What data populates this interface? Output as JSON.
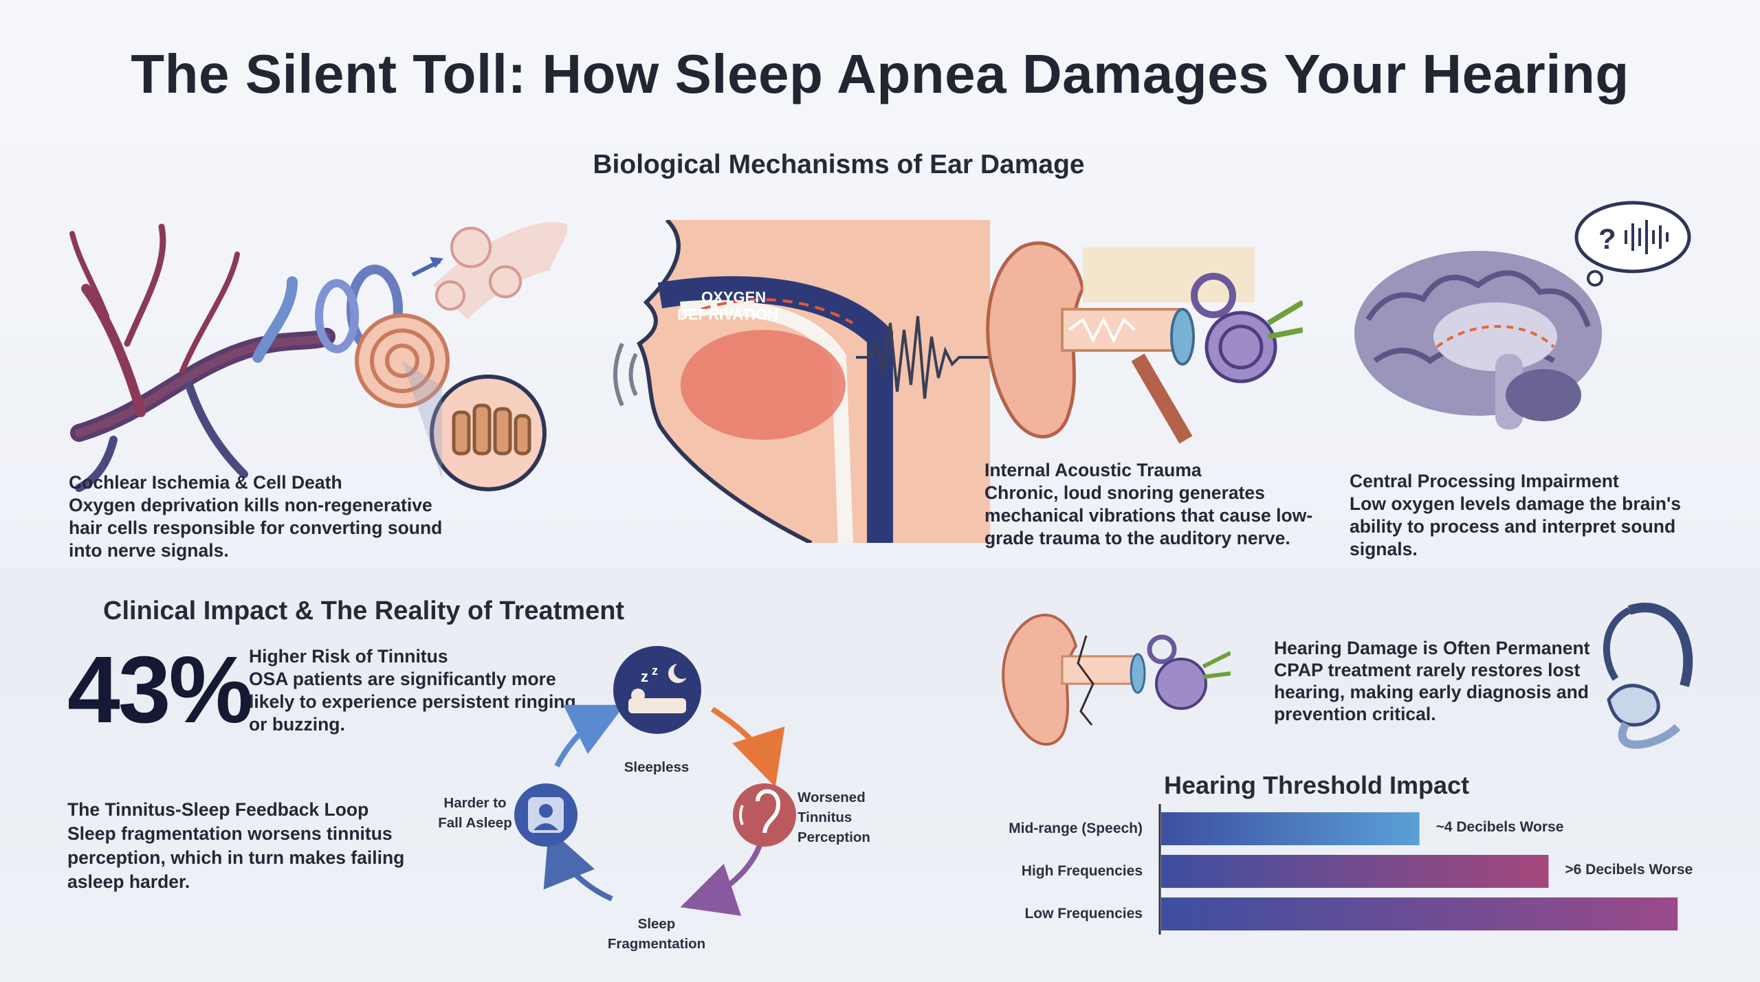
{
  "title": "The Silent Toll: How Sleep Apnea Damages Your Hearing",
  "mechanisms": {
    "heading": "Biological Mechanisms of Ear Damage",
    "oxygen_label_1": "OXYGEN",
    "oxygen_label_2": "DEPRIVATION",
    "cochlear": {
      "head": "Cochlear Ischemia & Cell Death",
      "body": "Oxygen deprivation kills non-regenerative hair cells responsible for converting sound into nerve signals."
    },
    "acoustic": {
      "head": "Internal Acoustic Trauma",
      "body": "Chronic, loud snoring generates mechanical vibrations that cause low-grade trauma to the auditory nerve."
    },
    "central": {
      "head": "Central Processing Impairment",
      "body": "Low oxygen levels damage the brain's ability to process and interpret sound signals."
    }
  },
  "clinical": {
    "heading": "Clinical Impact & The Reality of Treatment",
    "stat_value": "43%",
    "stat_head": "Higher Risk of Tinnitus",
    "stat_body": "OSA patients are significantly more likely to experience persistent ringing or buzzing.",
    "loop_head": "The Tinnitus-Sleep Feedback Loop",
    "loop_body": "Sleep fragmentation worsens tinnitus perception, which in turn makes failing asleep harder.",
    "cycle": {
      "sleepless": "Sleepless",
      "worsened_1": "Worsened",
      "worsened_2": "Tinnitus",
      "worsened_3": "Perception",
      "fragment_1": "Sleep",
      "fragment_2": "Fragmentation",
      "harder_1": "Harder to",
      "harder_2": "Fall Asleep"
    },
    "permanent_head": "Hearing Damage is Often Permanent",
    "permanent_body": "CPAP treatment rarely restores lost hearing, making early diagnosis and prevention critical."
  },
  "icons": [
    "vessel-icon",
    "cochlea-icon",
    "head-profile-icon",
    "ear-anatomy-icon",
    "brain-icon",
    "thought-bubble-icon",
    "moon-bed-icon",
    "ear-icon",
    "person-icon",
    "cpap-mask-icon"
  ],
  "colors": {
    "accent_blue": "#3d5aa8",
    "accent_purple": "#8a3f8c",
    "accent_orange": "#e6783c",
    "dark": "#232838"
  },
  "chart_data": {
    "type": "bar",
    "title": "Hearing Threshold Impact",
    "orientation": "horizontal",
    "categories": [
      "Mid-range (Speech)",
      "High Frequencies",
      "Low Frequencies"
    ],
    "values": [
      4,
      6,
      8
    ],
    "value_labels": [
      "~4 Decibels Worse",
      ">6 Decibels Worse",
      ""
    ],
    "xlim": [
      0,
      8.2
    ]
  }
}
